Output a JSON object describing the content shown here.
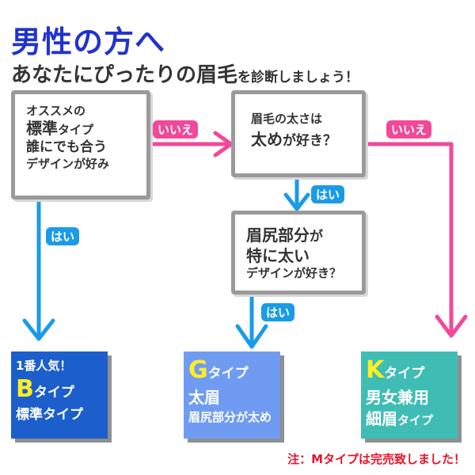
{
  "header": {
    "title": "男性の方へ",
    "subtitle_main_1": "あなたにぴったりの",
    "subtitle_main_2": "眉毛",
    "subtitle_small": "を診断しましょう！"
  },
  "questions": {
    "q1": {
      "line1": "オススメの",
      "line2_a": "標準",
      "line2_b": "タイプ",
      "line3": "誰にでも合う",
      "line4": "デザインが好み"
    },
    "q2": {
      "line1": "眉毛の太さは",
      "line2_a": "太め",
      "line2_b": "が好き？"
    },
    "q3": {
      "line1_a": "眉尻部分",
      "line1_b": "が",
      "line2": "特に太い",
      "line3": "デザインが好き？"
    }
  },
  "answers": {
    "yes": "はい",
    "no": "いいえ"
  },
  "results": {
    "b": {
      "line1": "1番人気！",
      "letter": "B",
      "line2_b": "タイプ",
      "line3": "標準タイプ",
      "color": "#1c5fcc"
    },
    "g": {
      "letter": "G",
      "line1_b": "タイプ",
      "line2": "太眉",
      "line3_a": "眉尻部分",
      "line3_b": "が太め",
      "color": "#6f9cf2"
    },
    "k": {
      "letter": "K",
      "line1_b": "タイプ",
      "line2": "男女兼用",
      "line3_a": "細眉",
      "line3_b": "タイプ",
      "color": "#3fbdb5"
    }
  },
  "colors": {
    "title": "#2233cc",
    "yes_arrow": "#1a9be8",
    "no_arrow": "#f2489a",
    "letter_yellow": "#ffee22",
    "note": "#e8142a"
  },
  "note": "注：Mタイプは完売致しました！"
}
